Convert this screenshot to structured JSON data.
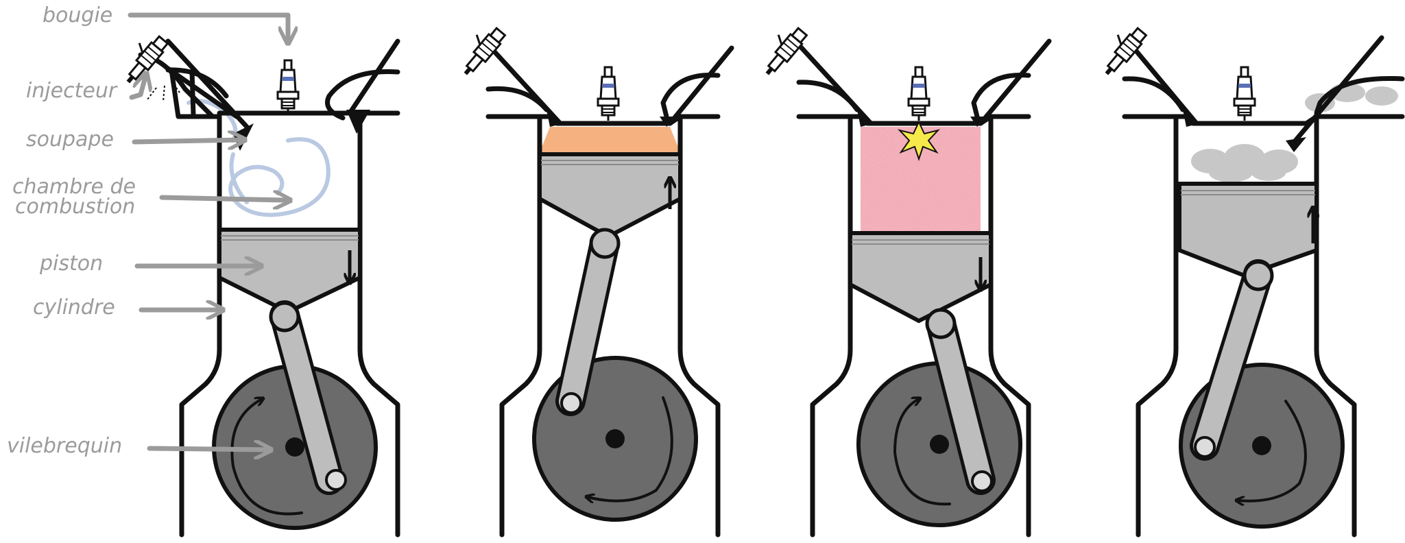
{
  "labels": {
    "bougie": "bougie",
    "injecteur": "injecteur",
    "soupape": "soupape",
    "chambre_line1": "chambre de",
    "chambre_line2": "combustion",
    "piston": "piston",
    "cylindre": "cylindre",
    "vilebrequin": "vilebrequin"
  },
  "colors": {
    "label_gray": "#9b9b9b",
    "outline": "#111111",
    "piston_fill": "#bdbdbd",
    "crank_fill": "#6b6b6b",
    "intake_swirl": "#b9c9e2",
    "compression_mix": "#f3a46a",
    "combustion": "#e0455a",
    "spark": "#f6e94a",
    "exhaust_gas": "#9a9a9a"
  },
  "icons": [
    "spark-plug-icon",
    "fuel-injector-icon",
    "rotation-arrow-icon",
    "piston-direction-arrow-icon",
    "spark-star-icon"
  ]
}
